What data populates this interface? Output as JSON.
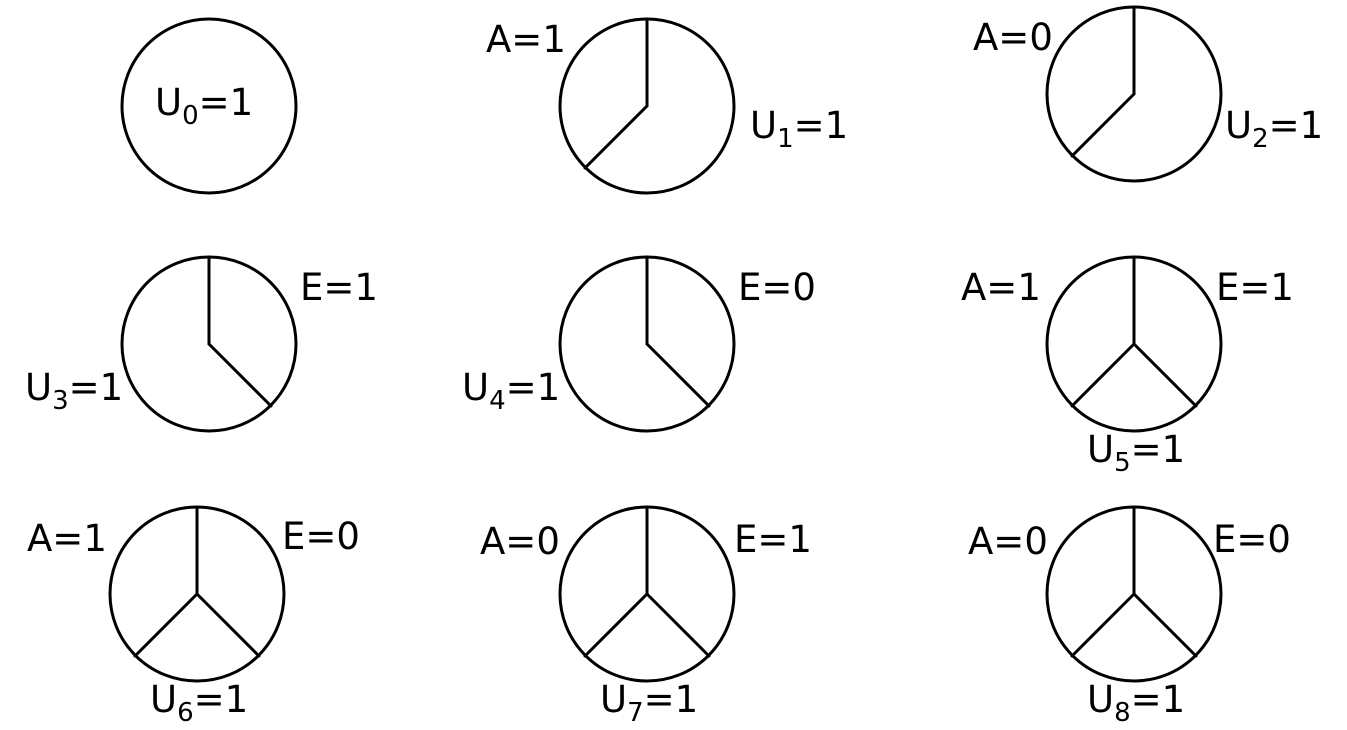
{
  "diagram": {
    "panels": [
      {
        "id": "u0",
        "universe": {
          "letter": "U",
          "index": "0",
          "rest": "=1"
        },
        "A": null,
        "E": null
      },
      {
        "id": "u1",
        "universe": {
          "letter": "U",
          "index": "1",
          "rest": "=1"
        },
        "A": "A=1",
        "E": null
      },
      {
        "id": "u2",
        "universe": {
          "letter": "U",
          "index": "2",
          "rest": "=1"
        },
        "A": "A=0",
        "E": null
      },
      {
        "id": "u3",
        "universe": {
          "letter": "U",
          "index": "3",
          "rest": "=1"
        },
        "A": null,
        "E": "E=1"
      },
      {
        "id": "u4",
        "universe": {
          "letter": "U",
          "index": "4",
          "rest": "=1"
        },
        "A": null,
        "E": "E=0"
      },
      {
        "id": "u5",
        "universe": {
          "letter": "U",
          "index": "5",
          "rest": "=1"
        },
        "A": "A=1",
        "E": "E=1"
      },
      {
        "id": "u6",
        "universe": {
          "letter": "U",
          "index": "6",
          "rest": "=1"
        },
        "A": "A=1",
        "E": "E=0"
      },
      {
        "id": "u7",
        "universe": {
          "letter": "U",
          "index": "7",
          "rest": "=1"
        },
        "A": "A=0",
        "E": "E=1"
      },
      {
        "id": "u8",
        "universe": {
          "letter": "U",
          "index": "8",
          "rest": "=1"
        },
        "A": "A=0",
        "E": "E=0"
      }
    ]
  }
}
